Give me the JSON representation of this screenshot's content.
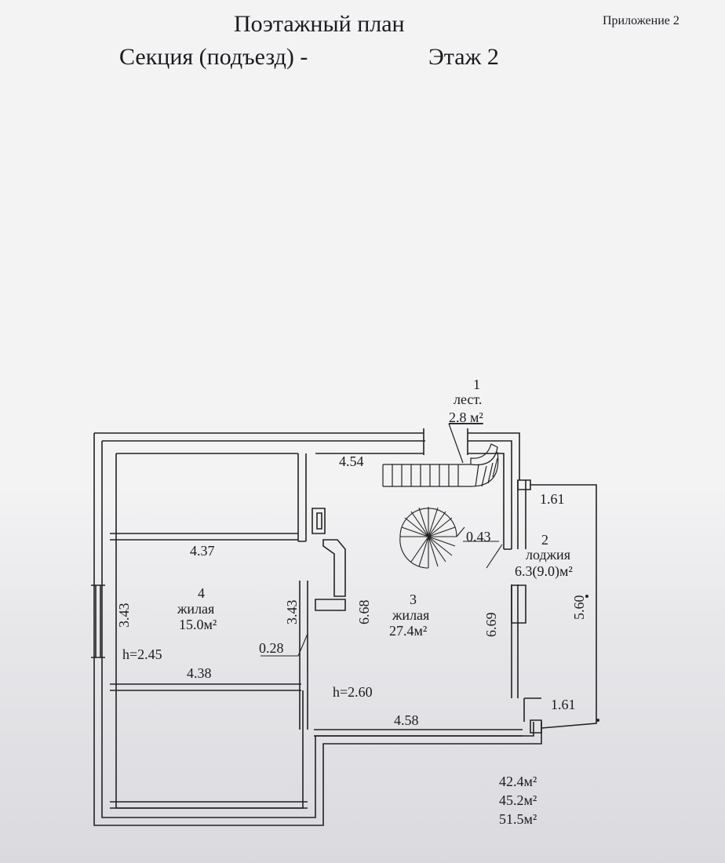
{
  "header": {
    "title": "Поэтажный план",
    "section_label": "Секция (подъезд) -",
    "floor_label": "Этаж 2",
    "appendix": "Приложение 2"
  },
  "plan": {
    "rooms": {
      "stairs": {
        "number": "1",
        "name": "лест.",
        "area": "2.8 м²"
      },
      "loggia": {
        "number": "2",
        "name": "лоджия",
        "area": "6.3(9.0)м²"
      },
      "living3": {
        "number": "3",
        "name": "жилая",
        "area": "27.4м²"
      },
      "living4": {
        "number": "4",
        "name": "жилая",
        "area": "15.0м²"
      }
    },
    "dimensions": {
      "d454": "4.54",
      "d437": "4.37",
      "d438": "4.38",
      "d458": "4.58",
      "d343_left": "3.43",
      "d343_mid": "3.43",
      "d668": "6.68",
      "d669": "6.69",
      "d560": "5.60",
      "d161_top": "1.61",
      "d161_bottom": "1.61",
      "d043": "0.43",
      "d028": "0.28"
    },
    "heights": {
      "left": "h=2.45",
      "center": "h=2.60"
    },
    "totals": [
      "42.4м²",
      "45.2м²",
      "51.5м²"
    ]
  }
}
